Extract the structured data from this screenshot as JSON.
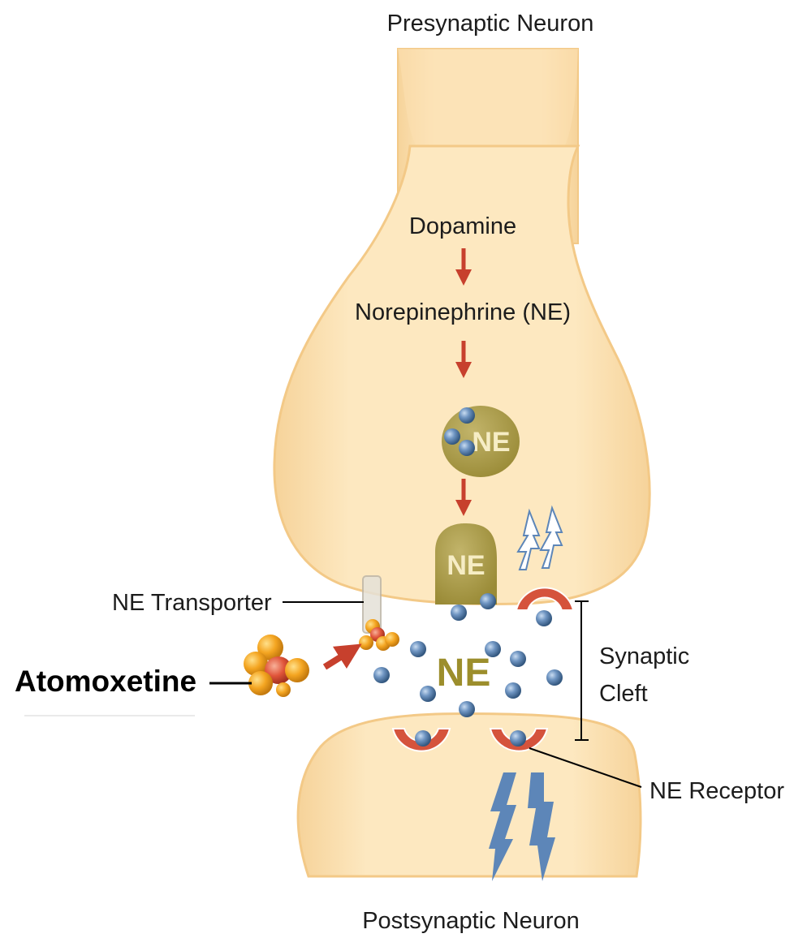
{
  "labels": {
    "presynaptic": "Presynaptic Neuron",
    "postsynaptic": "Postsynaptic Neuron",
    "dopamine": "Dopamine",
    "norepinephrine": "Norepinephrine (NE)",
    "ne_transporter": "NE Transporter",
    "atomoxetine": "Atomoxetine",
    "synaptic_cleft_line1": "Synaptic",
    "synaptic_cleft_line2": "Cleft",
    "ne_receptor": "NE Receptor",
    "vesicle_label": "NE",
    "vesicle_fused_label": "NE",
    "cleft_label": "NE"
  },
  "colors": {
    "neuron_fill": "#fbe3b4",
    "neuron_edge": "#f3c987",
    "vesicle": "#a99a45",
    "ne_molecule": "#4f78a8",
    "receptor": "#d5533c",
    "arrow_red": "#c7402d",
    "signal_blue": "#5d86b8",
    "atomoxetine_orange": "#f2a21c",
    "atomoxetine_core": "#e0553a"
  }
}
